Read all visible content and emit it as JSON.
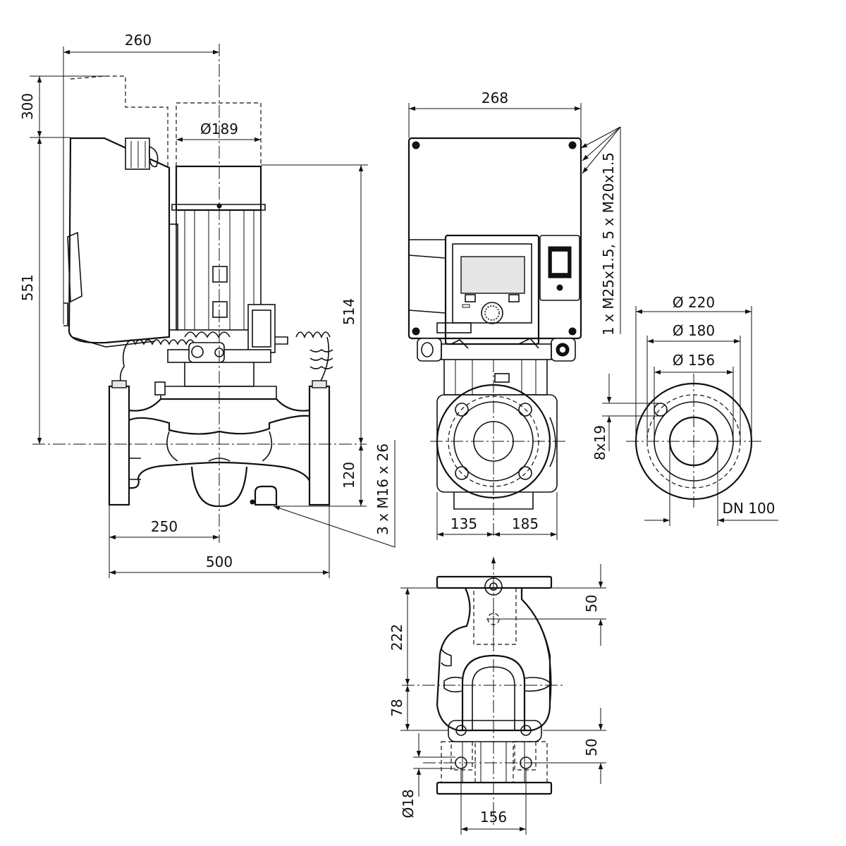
{
  "side_view": {
    "dim_width_top": "260",
    "dim_motor_diameter": "Ø189",
    "dim_module_clearance": "300",
    "dim_total_height": "551",
    "dim_motor_height": "514",
    "dim_foot_height": "120",
    "dim_foot_thread": "3 x M16 x 26",
    "dim_half_length": "250",
    "dim_total_length": "500"
  },
  "front_view": {
    "dim_module_width": "268",
    "dim_cable_glands": "1 x M25x1.5, 5 x M20x1.5",
    "dim_left_offset": "135",
    "dim_right_offset": "185"
  },
  "flange_view": {
    "dim_outer": "Ø 220",
    "dim_bolt_circle": "Ø 180",
    "dim_raised_face": "Ø 156",
    "dim_holes": "8x19",
    "dim_nominal": "DN 100"
  },
  "bottom_view": {
    "dim_top_offset": "50",
    "dim_upper_length": "222",
    "dim_lower_length": "78",
    "dim_bottom_offset": "50",
    "dim_foot_hole": "Ø18",
    "dim_foot_spacing": "156"
  }
}
